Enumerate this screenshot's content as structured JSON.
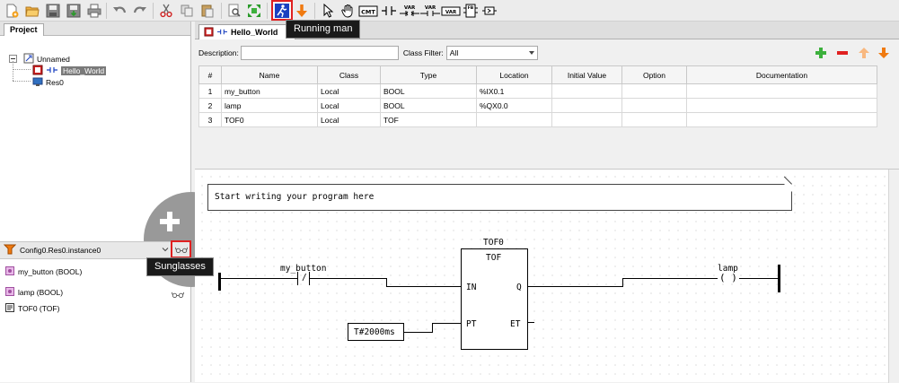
{
  "toolbar": {
    "icons": [
      "new-icon",
      "open-icon",
      "save-icon",
      "save-as-icon",
      "print-icon",
      "undo-icon",
      "redo-icon",
      "cut-icon",
      "copy-icon",
      "paste-icon",
      "find-icon",
      "fullscreen-icon",
      "run-icon",
      "stop-icon",
      "select-icon",
      "hand-icon",
      "comment-icon",
      "contact-icon",
      "variable-icon",
      "coil-icon",
      "var-block-icon",
      "function-block-icon",
      "branch-icon"
    ],
    "tooltip_running": "Running man",
    "tooltip_glasses": "Sunglasses",
    "cmt_label": "CMT",
    "var_label": "VAR",
    "fb_label": "FB",
    "highlight_color": "#e02020"
  },
  "project": {
    "tab_label": "Project",
    "tree": {
      "root": "Unnamed",
      "program": "Hello_World",
      "resource": "Res0"
    }
  },
  "instance": {
    "label": "Config0.Res0.instance0",
    "variables": [
      {
        "label": "my_button (BOOL)"
      },
      {
        "label": "lamp (BOOL)"
      },
      {
        "label": "TOF0 (TOF)"
      }
    ]
  },
  "editor": {
    "tab_label": "Hello_World",
    "close_glyph": "×",
    "description_label": "Description:",
    "description_value": "",
    "class_filter_label": "Class Filter:",
    "class_filter_value": "All",
    "columns": [
      "#",
      "Name",
      "Class",
      "Type",
      "Location",
      "Initial Value",
      "Option",
      "Documentation"
    ],
    "rows": [
      [
        "1",
        "my_button",
        "Local",
        "BOOL",
        "%IX0.1",
        "",
        "",
        ""
      ],
      [
        "2",
        "lamp",
        "Local",
        "BOOL",
        "%QX0.0",
        "",
        "",
        ""
      ],
      [
        "3",
        "TOF0",
        "Local",
        "TOF",
        "",
        "",
        "",
        ""
      ]
    ]
  },
  "ladder": {
    "comment": "Start writing your program here",
    "contact_name": "my_button",
    "contact_symbol": "/",
    "coil_name": "lamp",
    "coil_symbol": "( )",
    "fb_instance": "TOF0",
    "fb_type": "TOF",
    "fb_inputs": [
      "IN",
      "PT"
    ],
    "fb_outputs": [
      "Q",
      "ET"
    ],
    "pt_constant": "T#2000ms"
  }
}
